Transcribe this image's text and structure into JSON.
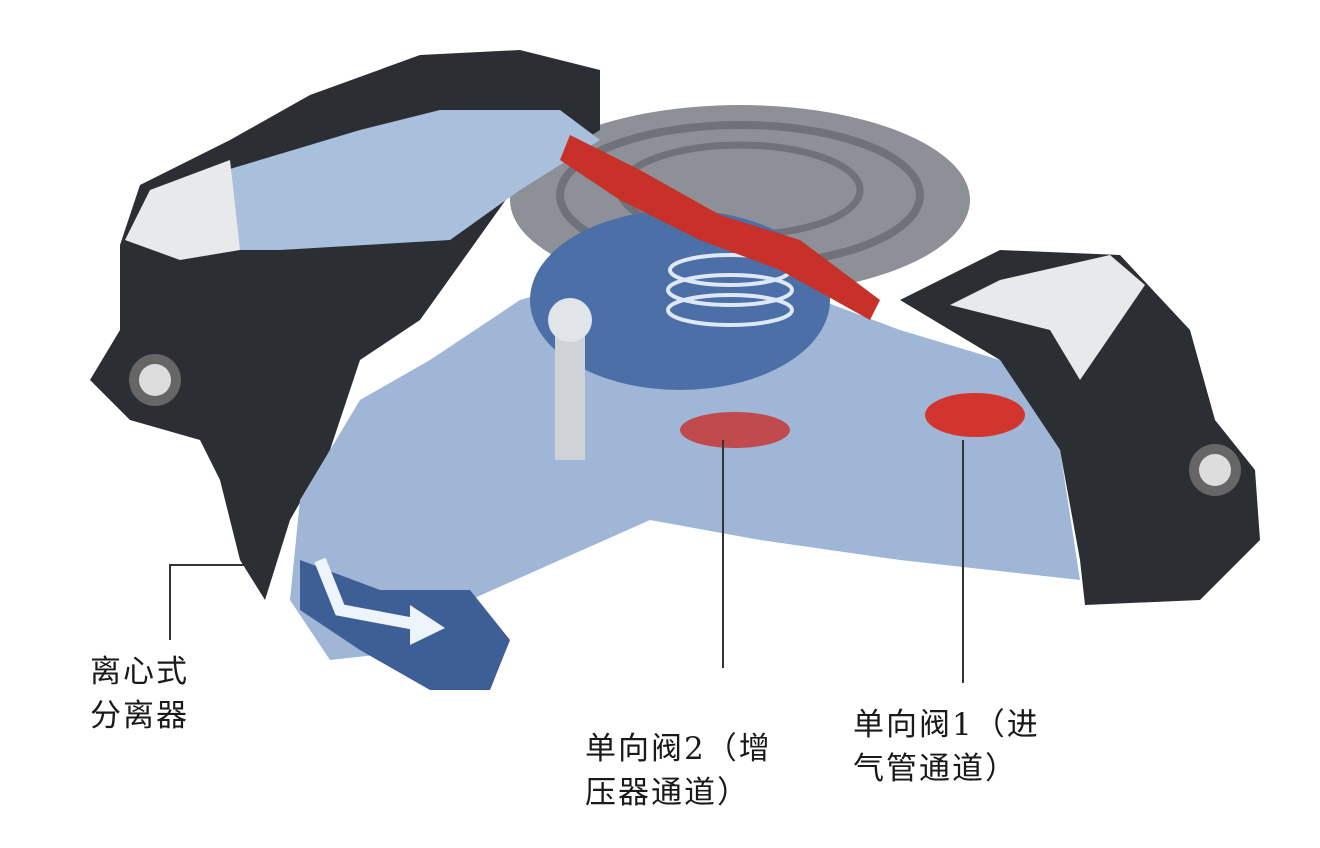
{
  "labels": {
    "centrifugal_separator": [
      "离心式",
      "分离器"
    ],
    "check_valve_2": [
      "单向阀2（增",
      "压器通道）"
    ],
    "check_valve_1": [
      "单向阀1（进",
      "气管通道）"
    ]
  },
  "colors": {
    "body": "#2b2e33",
    "interior": "#9fb6d6",
    "deep_blue": "#3d5f95",
    "disc": "#8d9096",
    "red": "#c8302a",
    "leader": "#333333"
  }
}
